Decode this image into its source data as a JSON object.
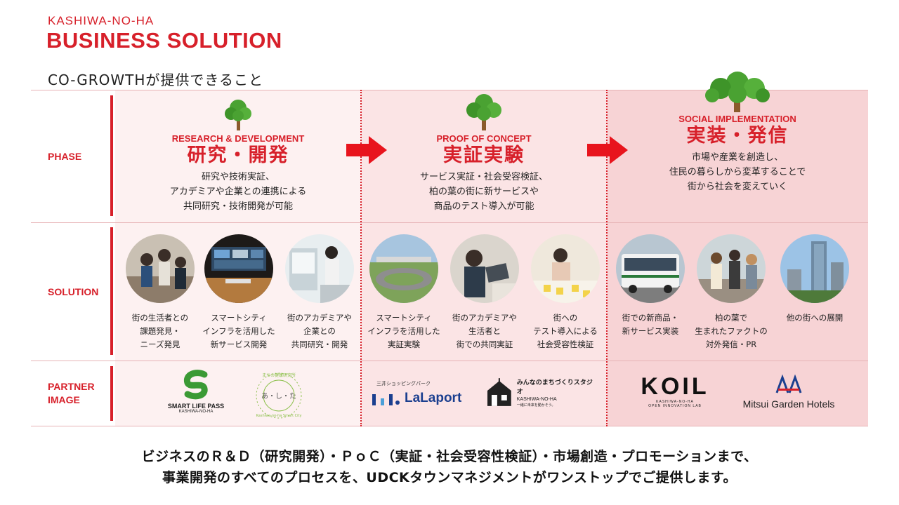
{
  "header": {
    "brand_top": "KASHIWA-NO-HA",
    "brand_main": "BUSINESS SOLUTION",
    "subtitle": "CO-GROWTHが提供できること"
  },
  "rows": {
    "phase": "PHASE",
    "solution": "SOLUTION",
    "partner": "PARTNER\nIMAGE"
  },
  "phases": [
    {
      "en": "RESEARCH & DEVELOPMENT",
      "jp": "研究・開発",
      "desc": [
        "研究や技術実証、",
        "アカデミアや企業との連携による",
        "共同研究・技術開発が可能"
      ]
    },
    {
      "en": "PROOF OF CONCEPT",
      "jp": "実証実験",
      "desc": [
        "サービス実証・社会受容検証、",
        "柏の葉の街に新サービスや",
        "商品のテスト導入が可能"
      ]
    },
    {
      "en": "SOCIAL IMPLEMENTATION",
      "jp": "実装・発信",
      "desc": [
        "市場や産業を創造し、",
        "住民の暮らしから変革することで",
        "街から社会を変えていく"
      ]
    }
  ],
  "solutions": [
    [
      "街の生活者との",
      "課題発見・",
      "ニーズ発見"
    ],
    [
      "スマートシティ",
      "インフラを活用した",
      "新サービス開発"
    ],
    [
      "街のアカデミアや",
      "企業との",
      "共同研究・開発"
    ],
    [
      "スマートシティ",
      "インフラを活用した",
      "実証実験"
    ],
    [
      "街のアカデミアや",
      "生活者と",
      "街での共同実証"
    ],
    [
      "街への",
      "テスト導入による",
      "社会受容性検証"
    ],
    [
      "街での新商品・",
      "新サービス実装"
    ],
    [
      "柏の葉で",
      "生まれたファクトの",
      "対外発信・PR"
    ],
    [
      "他の街への展開"
    ]
  ],
  "partners": {
    "slp": {
      "name": "SMART LIFE PASS",
      "sub": "KASHIWA-NO-HA"
    },
    "ashita": {
      "mark": "あ・し・た",
      "ring": "まちの健康研究所",
      "sub": "Kashiwa-no-ha Smart City"
    },
    "lalaport": {
      "top": "三井ショッピングパーク",
      "name": "LaLaport"
    },
    "studio": {
      "name": "みんなのまちづくりスタジオ",
      "sub": "KASHIWA-NO-HA",
      "tag": "一緒に未来を動かそう。"
    },
    "koil": {
      "name": "KOIL",
      "sub1": "KASHIWA-NO-HA",
      "sub2": "OPEN INNOVATION LAB"
    },
    "mitsui": {
      "name": "Mitsui Garden Hotels"
    }
  },
  "footer": {
    "line1": "ビジネスのＲ＆Ｄ（研究開発）・ＰｏＣ（実証・社会受容性検証）・市場創造・プロモーションまで、",
    "line2": "事業開発のすべてのプロセスを、UDCKタウンマネジメントがワンストップでご提供します。"
  },
  "colors": {
    "accent": "#d7202a",
    "col1": "#fdf1f1",
    "col2": "#fbe4e5",
    "col3": "#f7d3d5"
  }
}
